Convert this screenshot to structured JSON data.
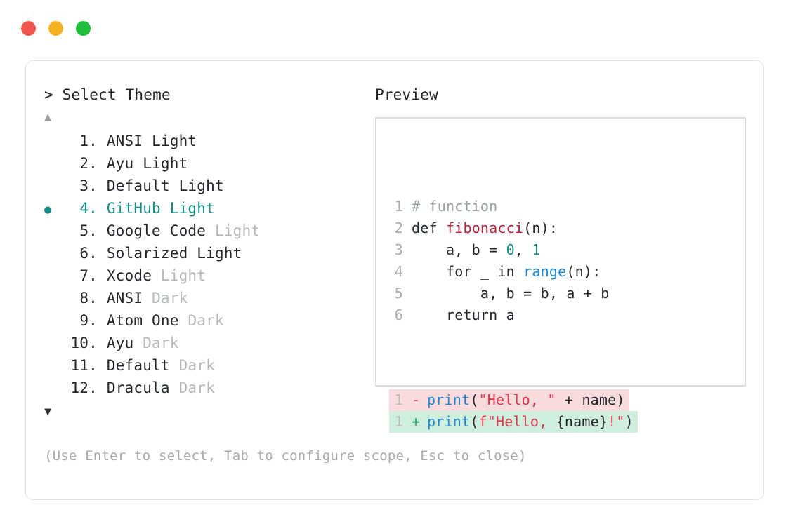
{
  "window": {
    "traffic_lights": [
      {
        "name": "close",
        "color": "#f0564d"
      },
      {
        "name": "minimize",
        "color": "#f5b324"
      },
      {
        "name": "maximize",
        "color": "#21bd3c"
      }
    ]
  },
  "prompt": {
    "symbol": ">",
    "title": "Select Theme",
    "full": "> Select Theme"
  },
  "scroll": {
    "up_arrow": "▲",
    "down_arrow": "▼"
  },
  "selector": {
    "selected_index": 4,
    "bullet": "●",
    "items": [
      {
        "number": "1.",
        "name": "ANSI",
        "suffix": "Light",
        "suffix_dim": false,
        "selected": false
      },
      {
        "number": "2.",
        "name": "Ayu",
        "suffix": "Light",
        "suffix_dim": false,
        "selected": false
      },
      {
        "number": "3.",
        "name": "Default",
        "suffix": "Light",
        "suffix_dim": false,
        "selected": false
      },
      {
        "number": "4.",
        "name": "GitHub",
        "suffix": "Light",
        "suffix_dim": false,
        "selected": true
      },
      {
        "number": "5.",
        "name": "Google Code",
        "suffix": "Light",
        "suffix_dim": true,
        "selected": false
      },
      {
        "number": "6.",
        "name": "Solarized",
        "suffix": "Light",
        "suffix_dim": false,
        "selected": false
      },
      {
        "number": "7.",
        "name": "Xcode",
        "suffix": "Light",
        "suffix_dim": true,
        "selected": false
      },
      {
        "number": "8.",
        "name": "ANSI",
        "suffix": "Dark",
        "suffix_dim": true,
        "selected": false
      },
      {
        "number": "9.",
        "name": "Atom One",
        "suffix": "Dark",
        "suffix_dim": true,
        "selected": false
      },
      {
        "number": "10.",
        "name": "Ayu",
        "suffix": "Dark",
        "suffix_dim": true,
        "selected": false
      },
      {
        "number": "11.",
        "name": "Default",
        "suffix": "Dark",
        "suffix_dim": true,
        "selected": false
      },
      {
        "number": "12.",
        "name": "Dracula",
        "suffix": "Dark",
        "suffix_dim": true,
        "selected": false
      }
    ]
  },
  "hint": "(Use Enter to select, Tab to configure scope, Esc to close)",
  "preview": {
    "label": "Preview",
    "code_lines": [
      {
        "ln": "1",
        "tokens": [
          {
            "t": "# function",
            "c": "comment"
          }
        ]
      },
      {
        "ln": "2",
        "tokens": [
          {
            "t": "def ",
            "c": "kw"
          },
          {
            "t": "fibonacci",
            "c": "fn"
          },
          {
            "t": "(n):",
            "c": "plain"
          }
        ]
      },
      {
        "ln": "3",
        "tokens": [
          {
            "t": "    a, b = ",
            "c": "plain"
          },
          {
            "t": "0",
            "c": "num"
          },
          {
            "t": ", ",
            "c": "plain"
          },
          {
            "t": "1",
            "c": "num"
          }
        ]
      },
      {
        "ln": "4",
        "tokens": [
          {
            "t": "    for _ in ",
            "c": "plain"
          },
          {
            "t": "range",
            "c": "builtin"
          },
          {
            "t": "(n):",
            "c": "plain"
          }
        ]
      },
      {
        "ln": "5",
        "tokens": [
          {
            "t": "        a, b = b, a + b",
            "c": "plain"
          }
        ]
      },
      {
        "ln": "6",
        "tokens": [
          {
            "t": "    return a",
            "c": "plain"
          }
        ]
      }
    ],
    "diff_lines": [
      {
        "ln": "1",
        "sign": "-",
        "type": "removed",
        "tokens": [
          {
            "t": "print",
            "c": "builtin"
          },
          {
            "t": "(",
            "c": "plain"
          },
          {
            "t": "\"Hello, \"",
            "c": "str"
          },
          {
            "t": " + name)",
            "c": "plain"
          }
        ]
      },
      {
        "ln": "1",
        "sign": "+",
        "type": "added",
        "tokens": [
          {
            "t": "print",
            "c": "builtin"
          },
          {
            "t": "(",
            "c": "plain"
          },
          {
            "t": "f\"Hello, ",
            "c": "str"
          },
          {
            "t": "{name}",
            "c": "plain"
          },
          {
            "t": "!\"",
            "c": "str"
          },
          {
            "t": ")",
            "c": "plain"
          }
        ]
      }
    ]
  },
  "colors": {
    "accent_teal": "#188c86",
    "keyword_red": "#b3223b",
    "string_red": "#e0374f",
    "builtin_blue": "#2188d6",
    "diff_removed_bg": "#fadbdd",
    "diff_added_bg": "#cfeedd",
    "dim_gray": "#b5b8bc"
  }
}
